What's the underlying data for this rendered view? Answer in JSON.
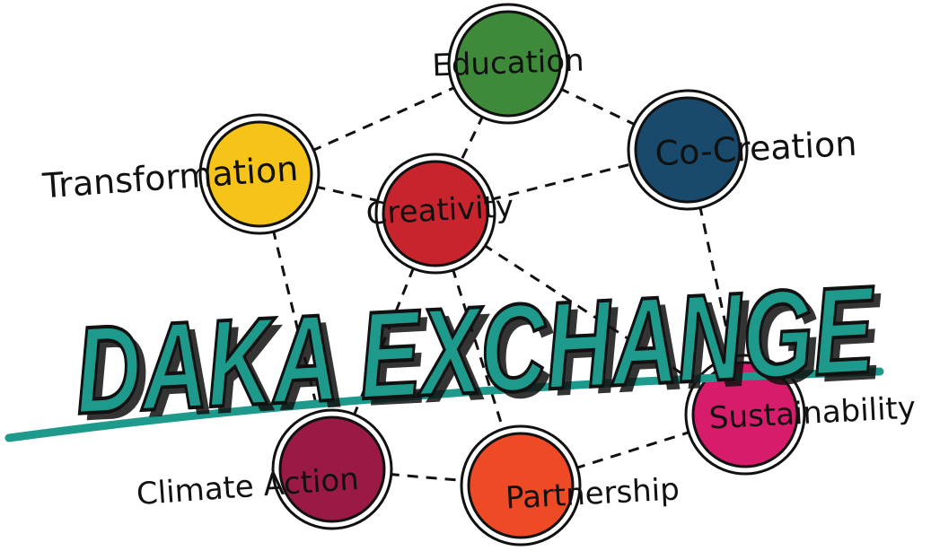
{
  "title": "DAKA EXCHANGE",
  "colors": {
    "title_fill": "#1e9a8c",
    "title_stroke": "#111111",
    "underline": "#1e9a8c",
    "connector": "#111111",
    "node_ring": "#111111"
  },
  "nodes": [
    {
      "id": "education",
      "label": "Education",
      "color": "#3f8a3a"
    },
    {
      "id": "co-creation",
      "label": "Co-Creation",
      "color": "#1a4a6b"
    },
    {
      "id": "transformation",
      "label": "Transformation",
      "color": "#f6c418"
    },
    {
      "id": "creativity",
      "label": "Creativity",
      "color": "#c8242d"
    },
    {
      "id": "sustainability",
      "label": "Sustainability",
      "color": "#d61c6b"
    },
    {
      "id": "climate-action",
      "label": "Climate Action",
      "color": "#9b1a45"
    },
    {
      "id": "partnership",
      "label": "Partnership",
      "color": "#ee4a25"
    }
  ],
  "connections": [
    [
      "transformation",
      "education"
    ],
    [
      "education",
      "co-creation"
    ],
    [
      "education",
      "creativity"
    ],
    [
      "transformation",
      "creativity"
    ],
    [
      "creativity",
      "co-creation"
    ],
    [
      "transformation",
      "climate-action"
    ],
    [
      "climate-action",
      "partnership"
    ],
    [
      "partnership",
      "sustainability"
    ],
    [
      "creativity",
      "partnership"
    ],
    [
      "co-creation",
      "sustainability"
    ],
    [
      "creativity",
      "sustainability"
    ],
    [
      "climate-action",
      "creativity"
    ]
  ]
}
